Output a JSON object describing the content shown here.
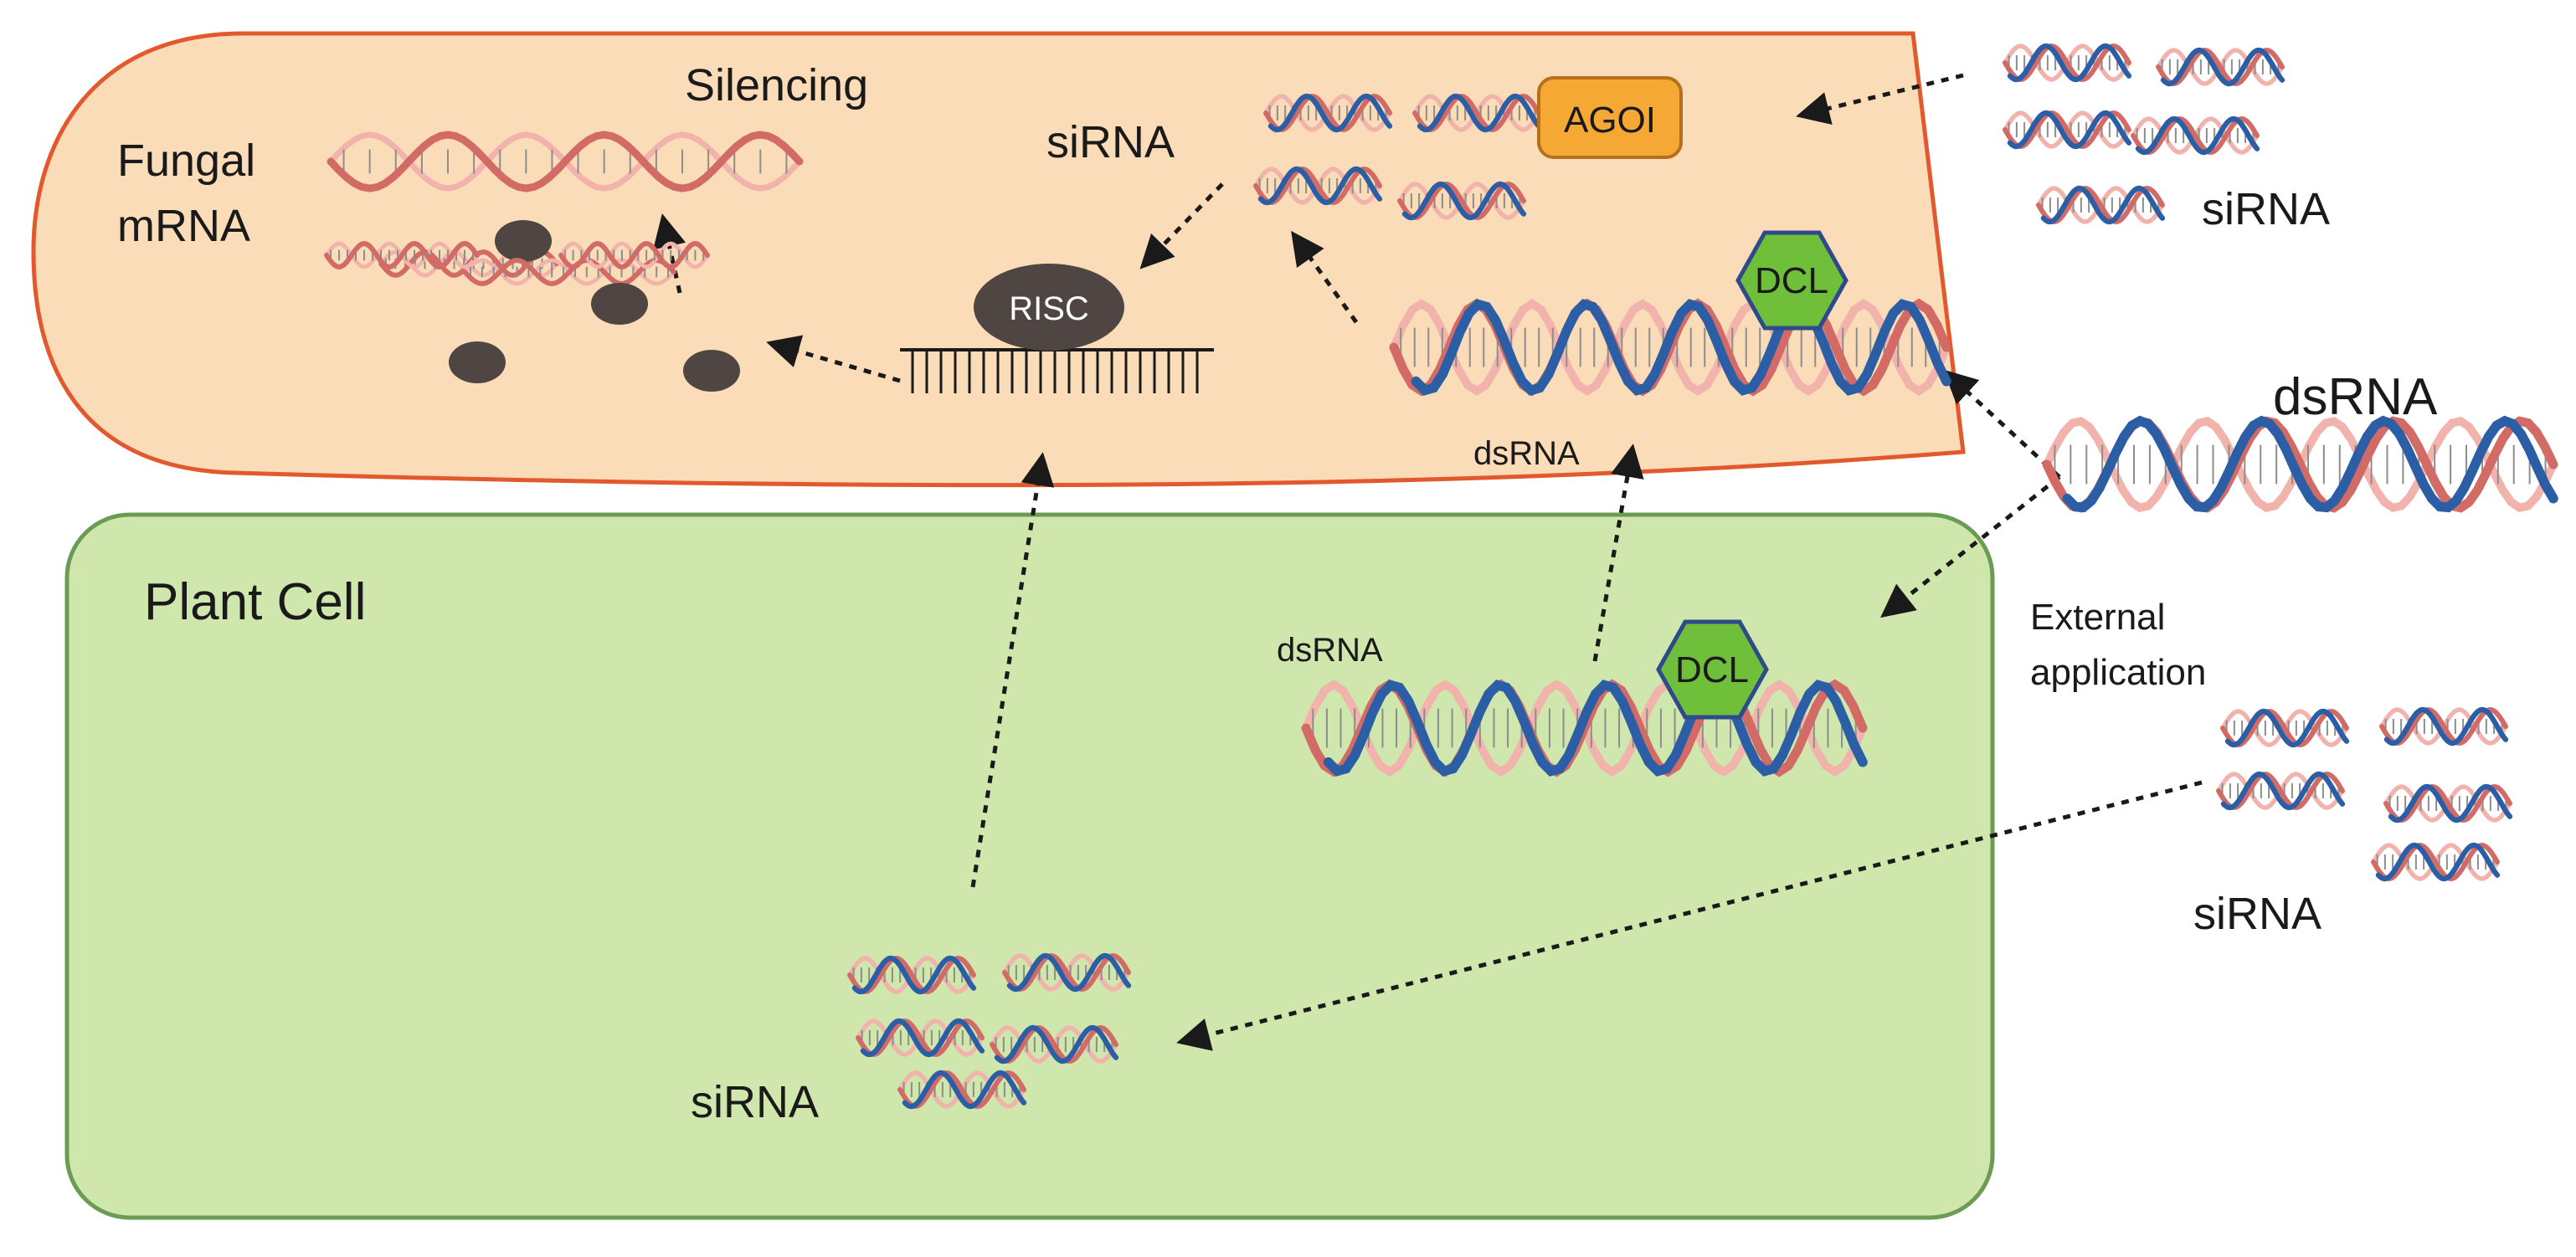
{
  "labels": {
    "silencing": "Silencing",
    "fungal_line1": "Fungal",
    "fungal_line2": "mRNA",
    "sirna_fungal": "siRNA",
    "sirna_outer_top": "siRNA",
    "dsrna_outer": "dsRNA",
    "dsrna_fungal": "dsRNA",
    "dsrna_plant": "dsRNA",
    "plant_cell": "Plant Cell",
    "external_line1": "External",
    "external_line2": "application",
    "sirna_outer_bottom": "siRNA",
    "sirna_plant": "siRNA"
  },
  "tags": {
    "risc": "RISC",
    "agoi": "AGOI",
    "dcl_fungal": "DCL",
    "dcl_plant": "DCL"
  },
  "colors": {
    "fungal_fill": "#fbdcb8",
    "fungal_stroke": "#e2592e",
    "plant_fill": "#cfe6ad",
    "plant_stroke": "#6b9b55",
    "strand_red": "#d26a66",
    "strand_pink": "#f1b3ac",
    "strand_blue": "#2b5ea5",
    "ribosome": "#4f4542",
    "risc": "#4f4542",
    "agoi_fill": "#f5a833",
    "agoi_stroke": "#b6701b",
    "dcl_fill": "#6fbf3a",
    "dcl_stroke": "#2f4a8c"
  }
}
